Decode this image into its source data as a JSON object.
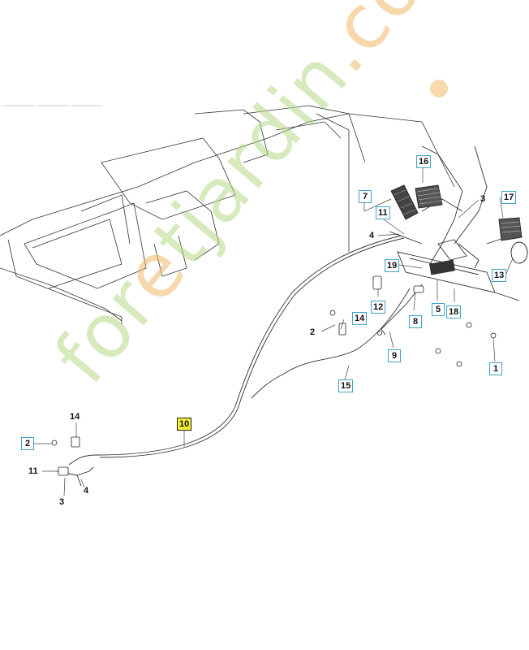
{
  "callouts": [
    {
      "label": "16",
      "boxed": true
    },
    {
      "label": "7",
      "boxed": true
    },
    {
      "label": "3",
      "boxed": false
    },
    {
      "label": "17",
      "boxed": true
    },
    {
      "label": "11",
      "boxed": true
    },
    {
      "label": "4",
      "boxed": false
    },
    {
      "label": "19",
      "boxed": true
    },
    {
      "label": "13",
      "boxed": true
    },
    {
      "label": "12",
      "boxed": true
    },
    {
      "label": "5",
      "boxed": true
    },
    {
      "label": "18",
      "boxed": true
    },
    {
      "label": "14",
      "boxed": true
    },
    {
      "label": "8",
      "boxed": true
    },
    {
      "label": "2",
      "boxed": false
    },
    {
      "label": "9",
      "boxed": true
    },
    {
      "label": "1",
      "boxed": true
    },
    {
      "label": "15",
      "boxed": true
    },
    {
      "label": "10",
      "boxed": false,
      "highlight": true
    },
    {
      "label": "14",
      "boxed": false
    },
    {
      "label": "2",
      "boxed": true
    },
    {
      "label": "11",
      "boxed": false
    },
    {
      "label": "4",
      "boxed": false
    },
    {
      "label": "3",
      "boxed": false
    }
  ],
  "watermark": {
    "part1": "for",
    "part2": "e",
    "part3": "t",
    "part4": "jardin",
    "part5": ".com"
  },
  "colors": {
    "line": "#222222",
    "box_border": "#3fa4c6",
    "highlight": "#f4ef3a",
    "watermark_green": "#b6d98a",
    "watermark_orange": "#f1b96a"
  }
}
